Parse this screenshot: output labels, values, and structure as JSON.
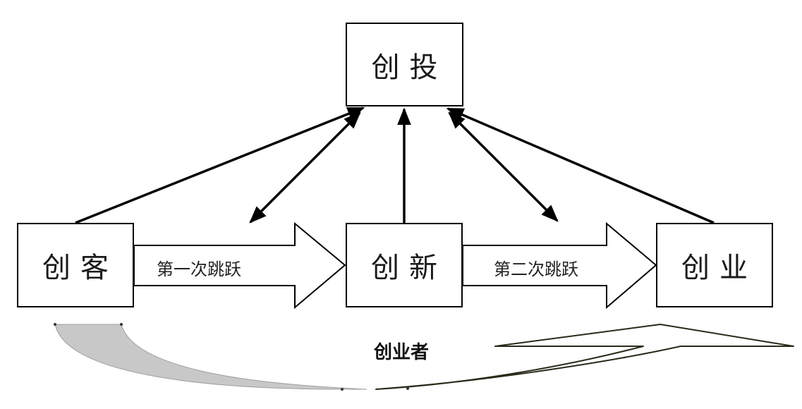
{
  "nodes": {
    "invest": "创投",
    "maker": "创客",
    "innovation": "创新",
    "business": "创业"
  },
  "leaps": {
    "first": "第一次跳跃",
    "second": "第二次跳跃"
  },
  "bottom_label": "创业者",
  "colors": {
    "stroke": "#000000",
    "gray_sweep": "#c8c8c8",
    "outline_arrow": "#2b2a1a"
  }
}
